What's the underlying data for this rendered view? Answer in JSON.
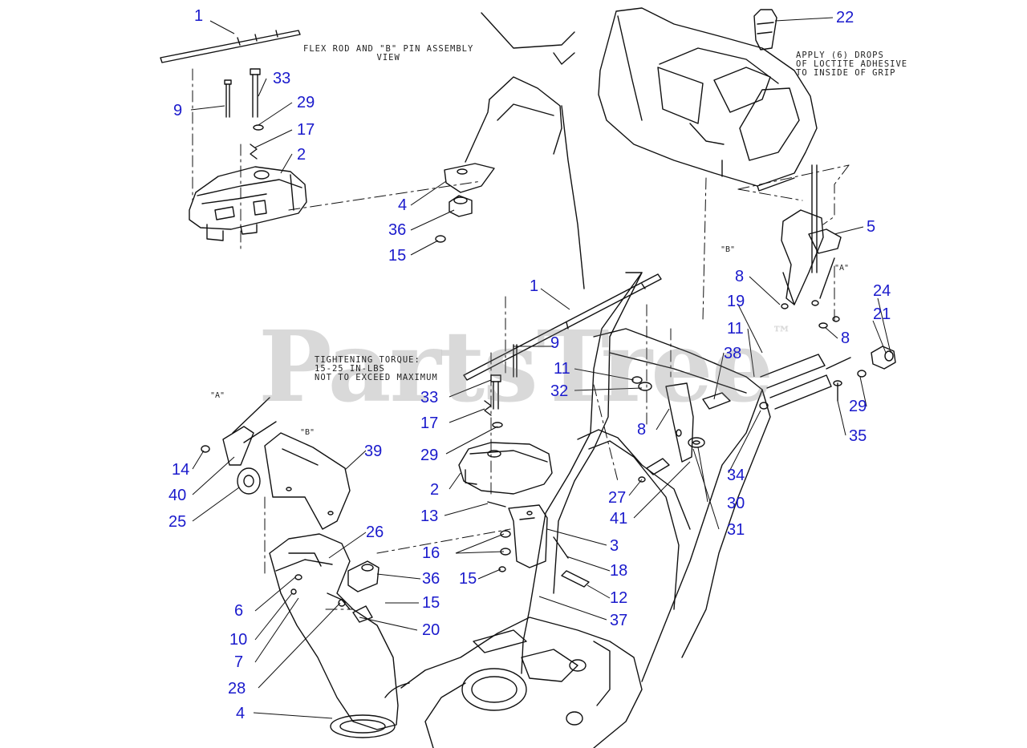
{
  "callouts": {
    "c1_top": "1",
    "c33_top": "33",
    "c9_top": "9",
    "c29_top": "29",
    "c17_top": "17",
    "c2_top": "2",
    "c4_mid": "4",
    "c36_mid": "36",
    "c15_mid": "15",
    "c22": "22",
    "c5": "5",
    "c8_upper": "8",
    "c19": "19",
    "c24": "24",
    "c21": "21",
    "c11_right": "11",
    "c8_right": "8",
    "c38": "38",
    "c29_right": "29",
    "c35": "35",
    "c1_mid": "1",
    "c9_mid": "9",
    "c11_mid": "11",
    "c32": "32",
    "c33_mid": "33",
    "c17_mid": "17",
    "c29_mid": "29",
    "c8_mid": "8",
    "c34": "34",
    "c39": "39",
    "c2_mid": "2",
    "c27": "27",
    "c30": "30",
    "c41": "41",
    "c31": "31",
    "c14": "14",
    "c40": "40",
    "c25": "25",
    "c13": "13",
    "c26": "26",
    "c16": "16",
    "c3": "3",
    "c18": "18",
    "c15_low": "15",
    "c36_low": "36",
    "c15_low2": "15",
    "c12": "12",
    "c6": "6",
    "c10": "10",
    "c7": "7",
    "c20": "20",
    "c37": "37",
    "c28": "28",
    "c4_low": "4"
  },
  "notes": {
    "flex_rod_line1": "FLEX ROD AND \"B\" PIN ASSEMBLY",
    "flex_rod_line2": "VIEW",
    "loctite_line1": "APPLY (6) DROPS",
    "loctite_line2": "OF LOCTITE ADHESIVE",
    "loctite_line3": "TO INSIDE OF GRIP",
    "torque_line1": "TIGHTENING TORQUE:",
    "torque_line2": "15-25 IN-LBS",
    "torque_line3": "NOT TO EXCEED MAXIMUM"
  },
  "pin_labels": {
    "a_right": "\"A\"",
    "b_right": "\"B\"",
    "a_left": "\"A\"",
    "b_left": "\"B\""
  },
  "watermark": {
    "text": "PartsTree",
    "mark": "™"
  },
  "colors": {
    "callout": "#1a1acc",
    "line": "#111111",
    "watermark": "#bdbdbd"
  }
}
